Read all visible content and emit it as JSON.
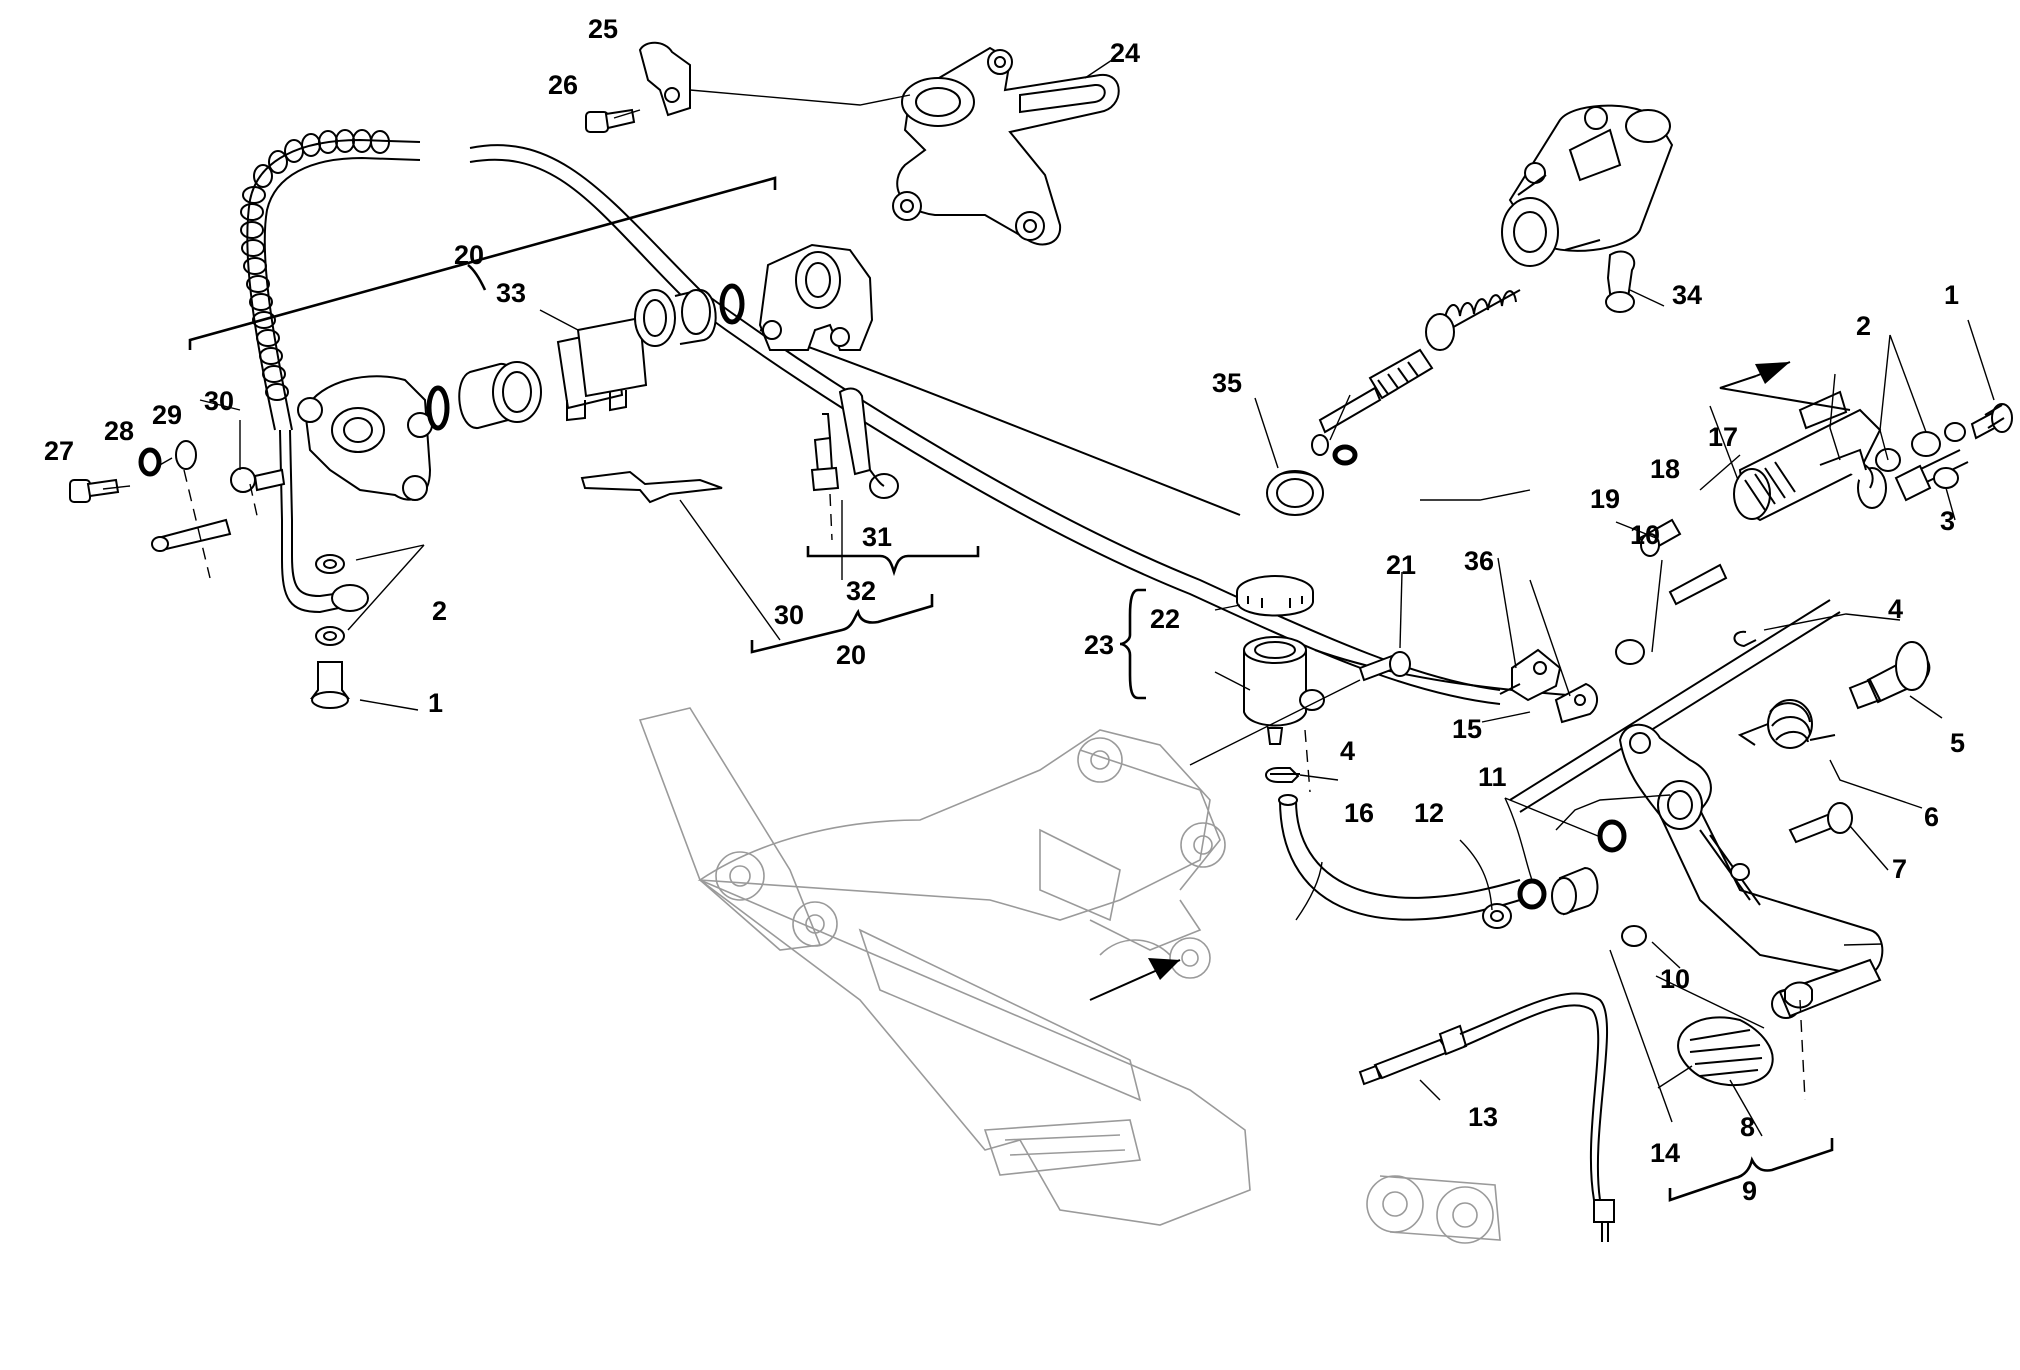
{
  "callouts": {
    "c1a": "1",
    "c1b": "1",
    "c2a": "2",
    "c2b": "2",
    "c3": "3",
    "c4a": "4",
    "c4b": "4",
    "c5": "5",
    "c6": "6",
    "c7": "7",
    "c8": "8",
    "c9": "9",
    "c10a": "10",
    "c10b": "10",
    "c11": "11",
    "c12": "12",
    "c13": "13",
    "c14": "14",
    "c15": "15",
    "c16": "16",
    "c17": "17",
    "c18": "18",
    "c19": "19",
    "c20a": "20",
    "c20b": "20",
    "c21": "21",
    "c22": "22",
    "c23": "23",
    "c24": "24",
    "c25": "25",
    "c26": "26",
    "c27": "27",
    "c28": "28",
    "c29": "29",
    "c30a": "30",
    "c30b": "30",
    "c31": "31",
    "c32": "32",
    "c33": "33",
    "c34": "34",
    "c35": "35",
    "c36": "36"
  }
}
